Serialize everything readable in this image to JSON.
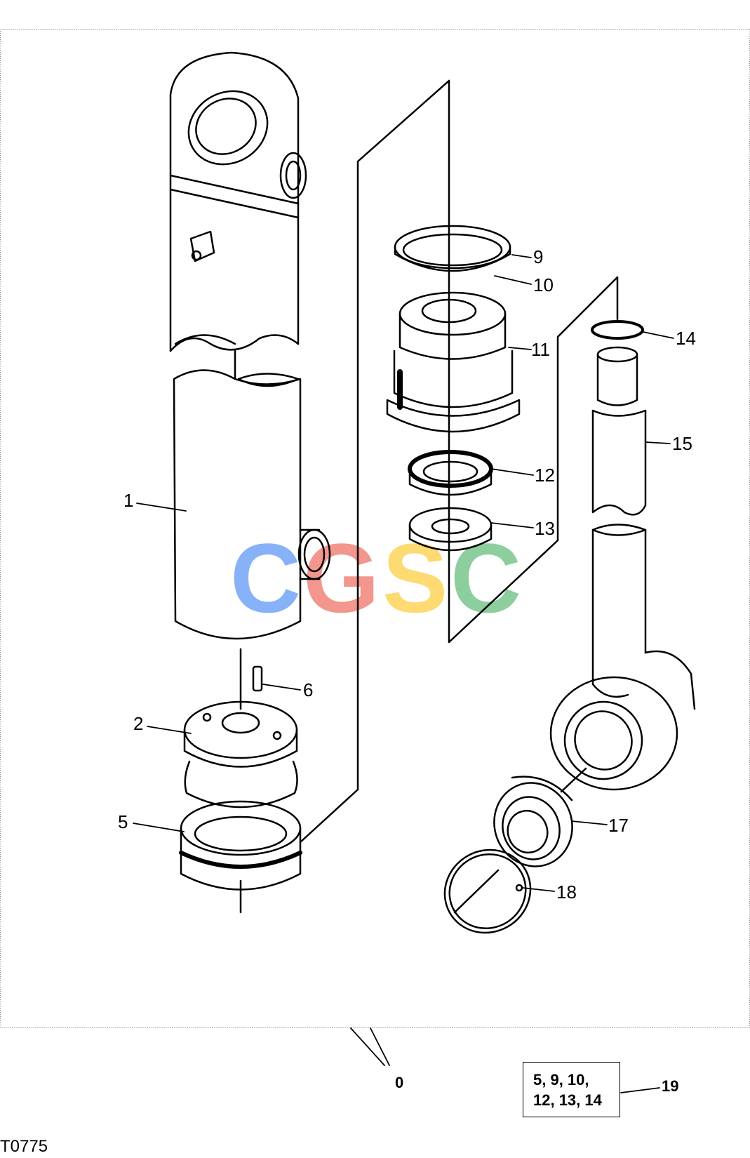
{
  "diagram": {
    "callouts": [
      "1",
      "2",
      "5",
      "6",
      "9",
      "10",
      "11",
      "12",
      "13",
      "14",
      "15",
      "17",
      "18"
    ],
    "assembly_ref": "0",
    "kit_ref": "19",
    "kit_lines": [
      "5, 9, 10,",
      "12, 13, 14"
    ],
    "drawing_code": "T0775",
    "watermark": {
      "letters": [
        "C",
        "G",
        "S",
        "C"
      ],
      "colors": [
        "#7baaf7",
        "#f28b82",
        "#fdd663",
        "#81c995"
      ]
    }
  }
}
